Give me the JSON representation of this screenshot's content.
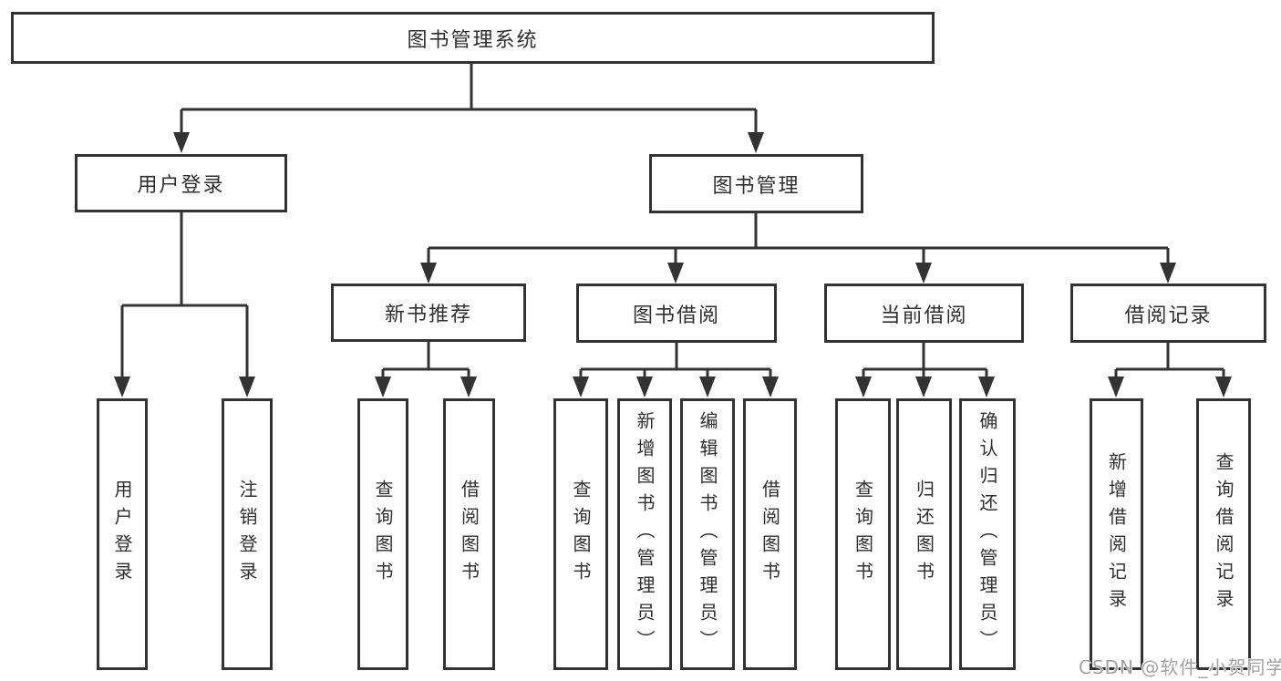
{
  "nodes": {
    "root": "图书管理系统",
    "user_login": "用户登录",
    "book_management": "图书管理",
    "new_book_recommend": "新书推荐",
    "book_borrow": "图书借阅",
    "current_borrow": "当前借阅",
    "borrow_records": "借阅记录",
    "leaf_user_login": "用户登录",
    "leaf_logout": "注销登录",
    "leaf_nb_query_books": "查询图书",
    "leaf_nb_borrow_books": "借阅图书",
    "leaf_bb_query_books": "查询图书",
    "leaf_bb_add_books_admin": "新增图书（管理员）",
    "leaf_bb_edit_books_admin": "编辑图书（管理员）",
    "leaf_bb_borrow_books": "借阅图书",
    "leaf_cb_query_books": "查询图书",
    "leaf_cb_return_books": "归还图书",
    "leaf_cb_confirm_return_admin": "确认归还（管理员）",
    "leaf_br_add_record": "新增借阅记录",
    "leaf_br_query_record": "查询借阅记录"
  },
  "watermark": {
    "text": "CSDN @软件_小贺同学"
  },
  "colors": {
    "line": "#333333",
    "text": "#2f2f2f",
    "background": "#ffffff",
    "watermark": "#a2a2a6"
  }
}
